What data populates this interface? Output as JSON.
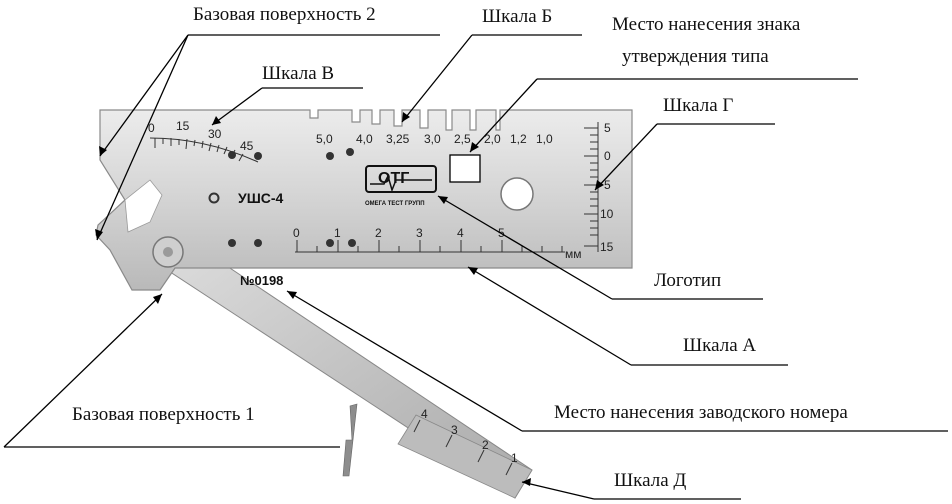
{
  "labels": {
    "base_surface_2": "Базовая поверхность 2",
    "scale_b": "Шкала Б",
    "approval_mark_line1": "Место нанесения знака",
    "approval_mark_line2": "утверждения типа",
    "scale_v": "Шкала В",
    "scale_g": "Шкала Г",
    "logo": "Логотип",
    "scale_a": "Шкала А",
    "base_surface_1": "Базовая поверхность 1",
    "serial_place": "Место нанесения заводского номера",
    "scale_d": "Шкала Д"
  },
  "tool": {
    "model": "УШС-4",
    "serial": "№0198",
    "brand_short": "ОТГ",
    "brand_full": "ОМЕГА ТЕСТ ГРУПП",
    "unit": "мм",
    "scale_b_ticks": [
      "5,0",
      "4,0",
      "3,25",
      "3,0",
      "2,5",
      "2,0",
      "1,2",
      "1,0"
    ],
    "scale_a_ticks": [
      "0",
      "1",
      "2",
      "3",
      "4",
      "5"
    ],
    "scale_g_ticks": [
      "5",
      "0",
      "5",
      "10",
      "15"
    ],
    "scale_v_ticks": [
      "0",
      "15",
      "30",
      "45"
    ],
    "scale_d_ticks": [
      "4",
      "3",
      "2",
      "1"
    ]
  }
}
